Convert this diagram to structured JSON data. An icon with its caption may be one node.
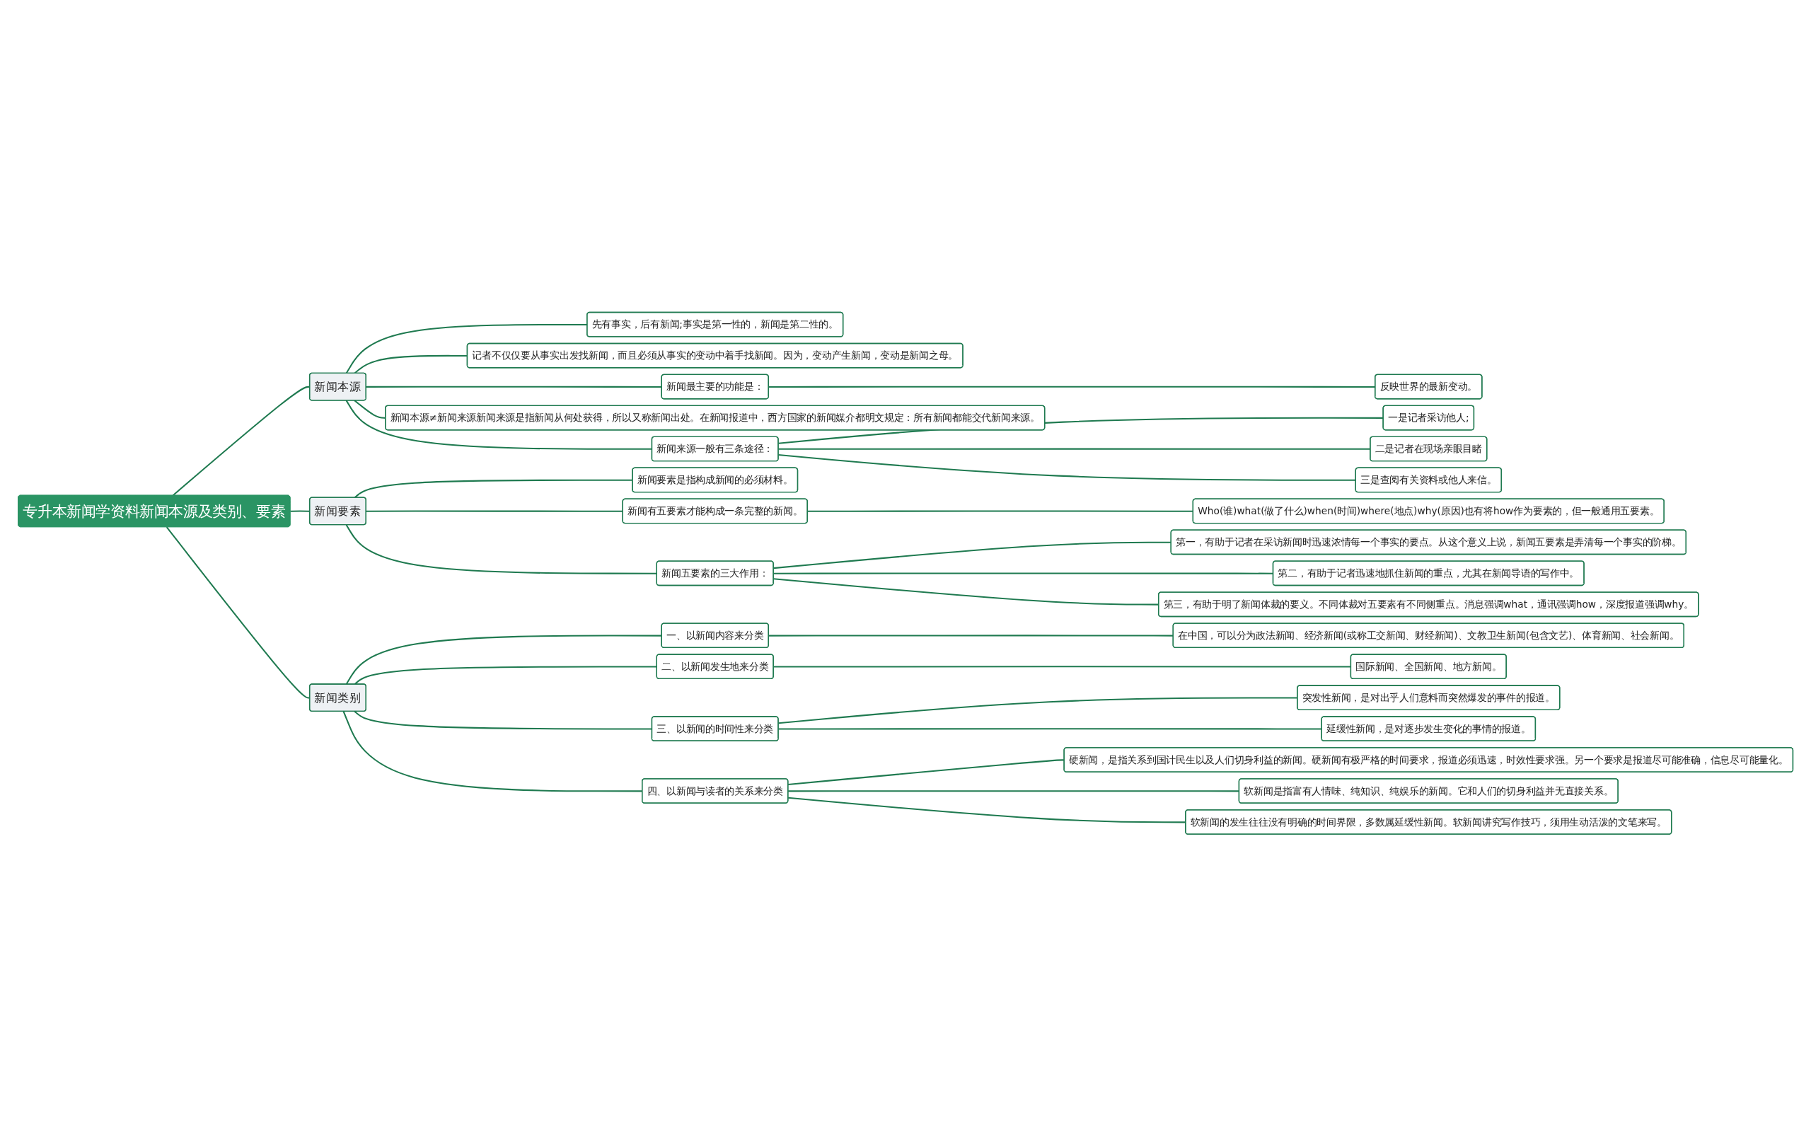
{
  "diagram": {
    "nodes": [
      {
        "text": [
          "专升本新闻学资料新闻本源及类别、要素"
        ]
      },
      {
        "text": [
          "新闻本源"
        ]
      },
      {
        "text": [
          "先有事实，后有新闻;事实是第一性的，新闻是第二性的。"
        ]
      },
      {
        "text": [
          "记者不仅仅要从事实出发找新闻，而且必须从事实的变动中着手找新闻。因为，变动产生新闻，变动是新闻之母。"
        ]
      },
      {
        "text": [
          "新闻最主要的功能是："
        ]
      },
      {
        "text": [
          "反映世界的最新变动。"
        ]
      },
      {
        "text": [
          "新闻本源≠新闻来源新闻来源是指新闻从何处获得，所以又称新闻出处。在新闻报道中，西方国家的新闻媒介都明文规定：所有新闻都能交代新闻来源。"
        ]
      },
      {
        "text": [
          "新闻来源一般有三条途径："
        ]
      },
      {
        "text": [
          "一是记者采访他人;"
        ]
      },
      {
        "text": [
          "二是记者在现场亲眼目睹"
        ]
      },
      {
        "text": [
          "三是查阅有关资料或他人来信。"
        ]
      },
      {
        "text": [
          "新闻要素"
        ]
      },
      {
        "text": [
          "新闻要素是指构成新闻的必须材料。"
        ]
      },
      {
        "text": [
          "新闻有五要素才能构成一条完整的新闻。"
        ]
      },
      {
        "text": [
          "Who(谁)what(做了什么)when(时间)where(地点)why(原因)也有将how作为要素的，但一般通用五要素。"
        ]
      },
      {
        "text": [
          "新闻五要素的三大作用："
        ]
      },
      {
        "text": [
          "第一，有助于记者在采访新闻时迅速浓情每一个事实的要点。从这个意义上说，新闻五要素是弄清每一个事实的阶梯。"
        ]
      },
      {
        "text": [
          "第二，有助于记者迅速地抓住新闻的重点，尤其在新闻导语的写作中。"
        ]
      },
      {
        "text": [
          "第三，有助于明了新闻体裁的要义。不同体裁对五要素有不同侧重点。消息强调what，通讯强调how，深度报道强调why。"
        ]
      },
      {
        "text": [
          "新闻类别"
        ]
      },
      {
        "text": [
          "一、以新闻内容来分类"
        ]
      },
      {
        "text": [
          "在中国，可以分为政法新闻、经济新闻(或称工交新闻、财经新闻)、文教卫生新闻(包含文艺)、体育新闻、社会新闻。"
        ]
      },
      {
        "text": [
          "二、以新闻发生地来分类"
        ]
      },
      {
        "text": [
          "国际新闻、全国新闻、地方新闻。"
        ]
      },
      {
        "text": [
          "三、以新闻的时间性来分类"
        ]
      },
      {
        "text": [
          "突发性新闻，是对出乎人们意料而突然爆发的事件的报道。"
        ]
      },
      {
        "text": [
          "延缓性新闻，是对逐步发生变化的事情的报道。"
        ]
      },
      {
        "text": [
          "四、以新闻与读者的关系来分类"
        ]
      },
      {
        "text": [
          "硬新闻，是指关系到国计民生以及人们切身利益的新闻。硬新闻有极严格的时间要求，报道必须迅速，时效性要求强。另一个要求是报道尽可能准确，信息尽可能量化。"
        ]
      },
      {
        "text": [
          "软新闻是指富有人情味、纯知识、纯娱乐的新闻。它和人们的切身利益并无直接关系。"
        ]
      },
      {
        "text": [
          "软新闻的发生往往没有明确的时间界限，多数属延缓性新闻。软新闻讲究写作技巧，须用生动活泼的文笔来写。"
        ]
      }
    ],
    "edges": [
      {
        "from": 0,
        "to": 1,
        "arrow": "none"
      },
      {
        "from": 1,
        "to": 2,
        "arrow": "none"
      },
      {
        "from": 1,
        "to": 3,
        "arrow": "none"
      },
      {
        "from": 1,
        "to": 4,
        "arrow": "none"
      },
      {
        "from": 4,
        "to": 5,
        "arrow": "none"
      },
      {
        "from": 1,
        "to": 6,
        "arrow": "none"
      },
      {
        "from": 1,
        "to": 7,
        "arrow": "none"
      },
      {
        "from": 7,
        "to": 8,
        "arrow": "none"
      },
      {
        "from": 7,
        "to": 9,
        "arrow": "none"
      },
      {
        "from": 7,
        "to": 10,
        "arrow": "none"
      },
      {
        "from": 0,
        "to": 11,
        "arrow": "none"
      },
      {
        "from": 11,
        "to": 12,
        "arrow": "none"
      },
      {
        "from": 11,
        "to": 13,
        "arrow": "none"
      },
      {
        "from": 13,
        "to": 14,
        "arrow": "none"
      },
      {
        "from": 11,
        "to": 15,
        "arrow": "none"
      },
      {
        "from": 15,
        "to": 16,
        "arrow": "none"
      },
      {
        "from": 15,
        "to": 17,
        "arrow": "none"
      },
      {
        "from": 15,
        "to": 18,
        "arrow": "none"
      },
      {
        "from": 0,
        "to": 19,
        "arrow": "none"
      },
      {
        "from": 19,
        "to": 20,
        "arrow": "none"
      },
      {
        "from": 20,
        "to": 21,
        "arrow": "none"
      },
      {
        "from": 19,
        "to": 22,
        "arrow": "none"
      },
      {
        "from": 22,
        "to": 23,
        "arrow": "none"
      },
      {
        "from": 19,
        "to": 24,
        "arrow": "none"
      },
      {
        "from": 24,
        "to": 25,
        "arrow": "none"
      },
      {
        "from": 24,
        "to": 26,
        "arrow": "none"
      },
      {
        "from": 19,
        "to": 27,
        "arrow": "none"
      },
      {
        "from": 27,
        "to": 28,
        "arrow": "none"
      },
      {
        "from": 27,
        "to": 29,
        "arrow": "none"
      },
      {
        "from": 27,
        "to": 30,
        "arrow": "none"
      }
    ]
  }
}
